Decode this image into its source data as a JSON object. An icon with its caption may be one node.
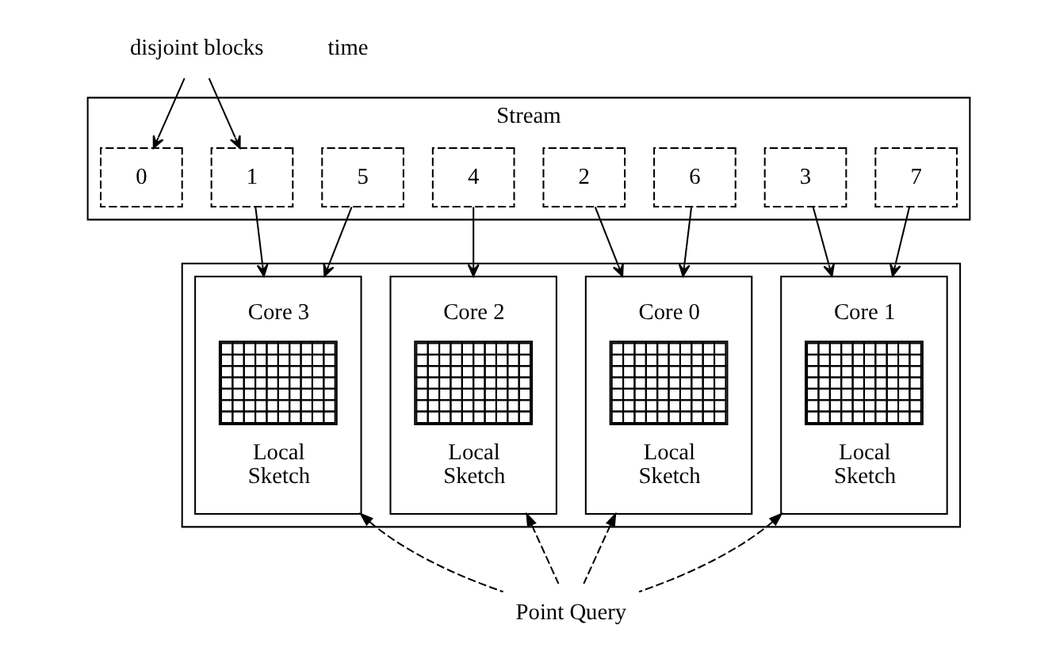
{
  "diagram": {
    "nodes": [
      {
        "text": [
          "disjoint blocks"
        ]
      },
      {
        "text": [
          "Stream"
        ]
      },
      {
        "text": [
          "0"
        ],
        "in": 1
      },
      {
        "text": [
          "1"
        ],
        "in": 1
      },
      {
        "text": [
          "2"
        ],
        "in": 1
      },
      {
        "text": [
          "3"
        ],
        "in": 1
      },
      {
        "text": [
          "4"
        ],
        "in": 1
      },
      {
        "text": [
          "5"
        ],
        "in": 1
      },
      {
        "text": [
          "6"
        ],
        "in": 1
      },
      {
        "text": [
          "7"
        ],
        "in": 1
      },
      {
        "text": [],
        "shape": "box"
      },
      {
        "text": [
          "Core 0",
          "Local Sketch"
        ],
        "in": 10
      },
      {
        "text": [
          "Core 1",
          "Local Sketch"
        ],
        "in": 10
      },
      {
        "text": [
          "Core 2",
          "Local Sketch"
        ],
        "in": 10
      },
      {
        "text": [
          "Core 3",
          "Local Sketch"
        ],
        "in": 10
      },
      {
        "text": [
          "Point Query"
        ]
      }
    ],
    "edges": [
      {
        "from": 0,
        "to": 2,
        "arrow": "to"
      },
      {
        "from": 0,
        "to": 3,
        "arrow": "to"
      },
      {
        "from": 3,
        "to": 14,
        "arrow": "to"
      },
      {
        "from": 4,
        "to": 11,
        "arrow": "to"
      },
      {
        "from": 5,
        "to": 12,
        "arrow": "to"
      },
      {
        "from": 6,
        "to": 13,
        "arrow": "to"
      },
      {
        "from": 7,
        "to": 14,
        "arrow": "to"
      },
      {
        "from": 8,
        "to": 11,
        "arrow": "to"
      },
      {
        "from": 9,
        "to": 12,
        "arrow": "to"
      },
      {
        "from": 15,
        "to": 11,
        "arrow": "to",
        "style": "dashed"
      },
      {
        "from": 15,
        "to": 12,
        "arrow": "to",
        "style": "dashed"
      },
      {
        "from": 15,
        "to": 13,
        "arrow": "to",
        "style": "dashed"
      },
      {
        "from": 15,
        "to": 14,
        "arrow": "to",
        "style": "dashed"
      }
    ],
    "labels": [
      "time"
    ]
  }
}
